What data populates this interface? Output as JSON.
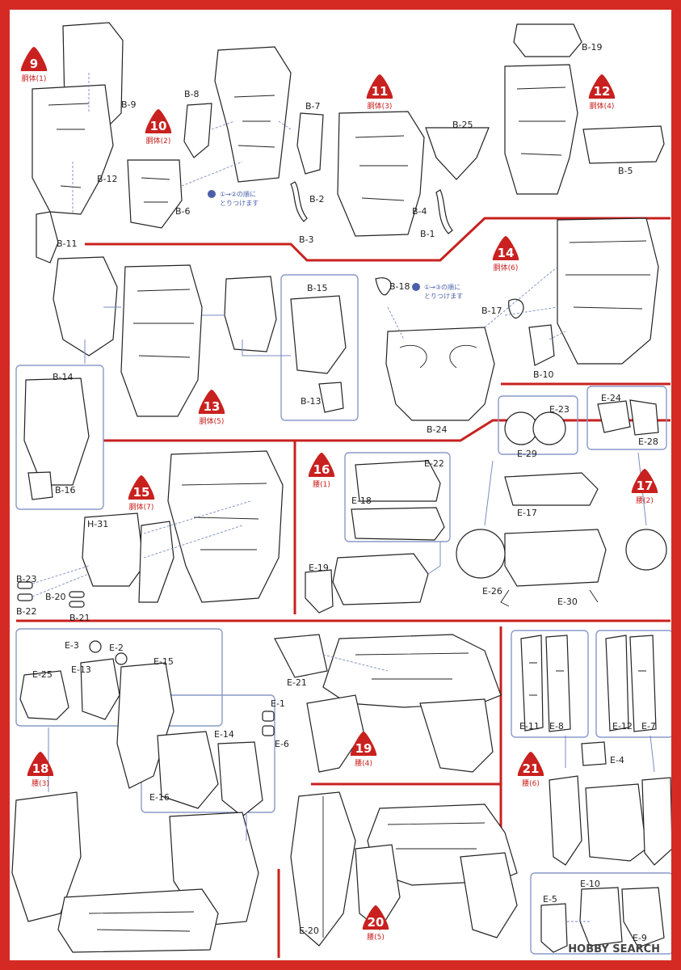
{
  "steps": [
    {
      "num": "9",
      "title": "胴体(1)"
    },
    {
      "num": "10",
      "title": "胴体(2)"
    },
    {
      "num": "11",
      "title": "胴体(3)"
    },
    {
      "num": "12",
      "title": "胴体(4)"
    },
    {
      "num": "13",
      "title": "胴体(5)"
    },
    {
      "num": "14",
      "title": "胴体(6)"
    },
    {
      "num": "15",
      "title": "胴体(7)"
    },
    {
      "num": "16",
      "title": "腰(1)"
    },
    {
      "num": "17",
      "title": "腰(2)"
    },
    {
      "num": "18",
      "title": "腰(3)"
    },
    {
      "num": "19",
      "title": "腰(4)"
    },
    {
      "num": "20",
      "title": "腰(5)"
    },
    {
      "num": "21",
      "title": "腰(6)"
    }
  ],
  "notes": {
    "step10_l1": "①→②の順に",
    "step10_l2": "とりつけます",
    "step14_l1": "①→③の順に",
    "step14_l2": "とりつけます"
  },
  "parts": [
    "B-9",
    "B-12",
    "B-11",
    "B-8",
    "B-6",
    "B-7",
    "B-2",
    "B-3",
    "B-4",
    "B-1",
    "B-25",
    "B-19",
    "B-5",
    "B-15",
    "B-13",
    "B-14",
    "B-16",
    "B-18",
    "B-17",
    "B-10",
    "B-24",
    "E-23",
    "E-29",
    "E-24",
    "E-28",
    "H-31",
    "B-23",
    "B-22",
    "B-20",
    "B-21",
    "E-22",
    "E-18",
    "E-19",
    "E-17",
    "E-26",
    "E-30",
    "E-3",
    "E-2",
    "E-15",
    "E-25",
    "E-13",
    "E-1",
    "E-14",
    "E-6",
    "E-16",
    "E-21",
    "E-11",
    "E-8",
    "E-12",
    "E-7",
    "E-4",
    "E-20",
    "E-10",
    "E-5",
    "E-9"
  ],
  "watermark": "HOBBY SEARCH",
  "colors": {
    "accent": "#c8211f",
    "line": "#7a8bbf",
    "frame": "#d42a23"
  }
}
